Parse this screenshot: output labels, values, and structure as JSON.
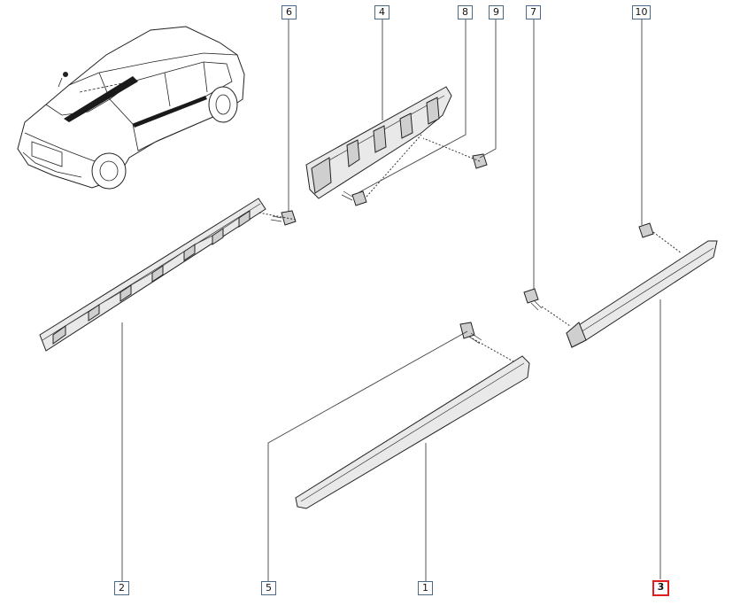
{
  "callouts": [
    {
      "label": "1",
      "selected": false
    },
    {
      "label": "2",
      "selected": false
    },
    {
      "label": "3",
      "selected": true
    },
    {
      "label": "4",
      "selected": false
    },
    {
      "label": "5",
      "selected": false
    },
    {
      "label": "6",
      "selected": false
    },
    {
      "label": "7",
      "selected": false
    },
    {
      "label": "8",
      "selected": false
    },
    {
      "label": "9",
      "selected": false
    },
    {
      "label": "10",
      "selected": false
    }
  ],
  "colors": {
    "highlight": "#e01e1e",
    "callout_border": "#4a6a8a"
  }
}
